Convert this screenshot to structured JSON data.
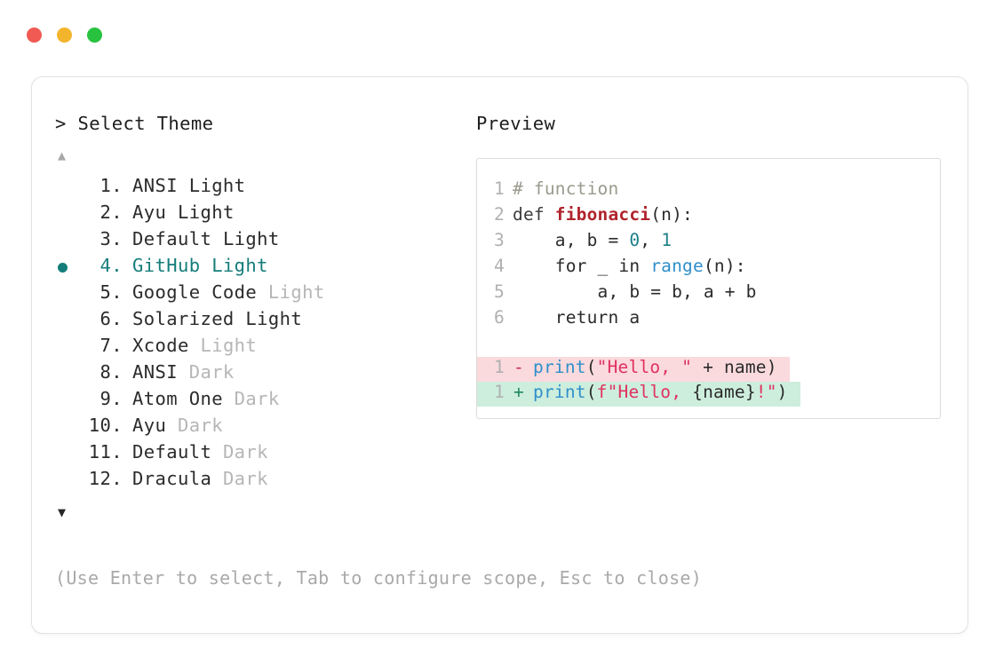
{
  "window": {
    "traffic_lights": [
      {
        "name": "close",
        "color": "#f05a52"
      },
      {
        "name": "minimize",
        "color": "#f3b52c"
      },
      {
        "name": "maximize",
        "color": "#28c23f"
      }
    ]
  },
  "picker": {
    "prompt_header": "> Select Theme",
    "scroll_up_glyph": "▲",
    "scroll_down_glyph": "▼",
    "selected_index": 4,
    "selected_color": "#147d7a",
    "bullet_glyph": "●",
    "items": [
      {
        "index": "1.",
        "name": "ANSI",
        "suffix": " Light",
        "suffix_muted": false,
        "selected": false
      },
      {
        "index": "2.",
        "name": "Ayu",
        "suffix": " Light",
        "suffix_muted": false,
        "selected": false
      },
      {
        "index": "3.",
        "name": "Default",
        "suffix": " Light",
        "suffix_muted": false,
        "selected": false
      },
      {
        "index": "4.",
        "name": "GitHub",
        "suffix": " Light",
        "suffix_muted": false,
        "selected": true
      },
      {
        "index": "5.",
        "name": "Google Code",
        "suffix": " Light",
        "suffix_muted": true,
        "selected": false
      },
      {
        "index": "6.",
        "name": "Solarized",
        "suffix": " Light",
        "suffix_muted": false,
        "selected": false
      },
      {
        "index": "7.",
        "name": "Xcode",
        "suffix": " Light",
        "suffix_muted": true,
        "selected": false
      },
      {
        "index": "8.",
        "name": "ANSI",
        "suffix": " Dark",
        "suffix_muted": true,
        "selected": false
      },
      {
        "index": "9.",
        "name": "Atom One",
        "suffix": " Dark",
        "suffix_muted": true,
        "selected": false
      },
      {
        "index": "10.",
        "name": "Ayu",
        "suffix": " Dark",
        "suffix_muted": true,
        "selected": false
      },
      {
        "index": "11.",
        "name": "Default",
        "suffix": " Dark",
        "suffix_muted": true,
        "selected": false
      },
      {
        "index": "12.",
        "name": "Dracula",
        "suffix": " Dark",
        "suffix_muted": true,
        "selected": false
      }
    ],
    "footer_hint": "(Use Enter to select, Tab to configure scope, Esc to close)"
  },
  "preview": {
    "header": "Preview",
    "code_lines": [
      {
        "ln": "1",
        "tokens": [
          {
            "t": "# function",
            "c": "tok-comment"
          }
        ]
      },
      {
        "ln": "2",
        "tokens": [
          {
            "t": "def ",
            "c": "tok-keyword"
          },
          {
            "t": "fibonacci",
            "c": "tok-func"
          },
          {
            "t": "(n):",
            "c": "tok-plain"
          }
        ]
      },
      {
        "ln": "3",
        "tokens": [
          {
            "t": "    a, b = ",
            "c": "tok-plain"
          },
          {
            "t": "0",
            "c": "tok-num"
          },
          {
            "t": ", ",
            "c": "tok-plain"
          },
          {
            "t": "1",
            "c": "tok-num"
          }
        ]
      },
      {
        "ln": "4",
        "tokens": [
          {
            "t": "    for _ in ",
            "c": "tok-plain"
          },
          {
            "t": "range",
            "c": "tok-builtin"
          },
          {
            "t": "(n):",
            "c": "tok-plain"
          }
        ]
      },
      {
        "ln": "5",
        "tokens": [
          {
            "t": "        a, b = b, a + b",
            "c": "tok-plain"
          }
        ]
      },
      {
        "ln": "6",
        "tokens": [
          {
            "t": "    return a",
            "c": "tok-plain"
          }
        ]
      }
    ],
    "diff_lines": [
      {
        "ln": "1",
        "sign": "-",
        "kind": "removed",
        "tokens": [
          {
            "t": "print",
            "c": "tok-builtin"
          },
          {
            "t": "(",
            "c": "tok-plain"
          },
          {
            "t": "\"Hello, \"",
            "c": "tok-str"
          },
          {
            "t": " + name)",
            "c": "tok-plain"
          }
        ]
      },
      {
        "ln": "1",
        "sign": "+",
        "kind": "added",
        "tokens": [
          {
            "t": "print",
            "c": "tok-builtin"
          },
          {
            "t": "(",
            "c": "tok-plain"
          },
          {
            "t": "f\"Hello, ",
            "c": "tok-str"
          },
          {
            "t": "{name}",
            "c": "tok-plain"
          },
          {
            "t": "!\"",
            "c": "tok-str"
          },
          {
            "t": ")",
            "c": "tok-plain"
          }
        ]
      }
    ]
  }
}
